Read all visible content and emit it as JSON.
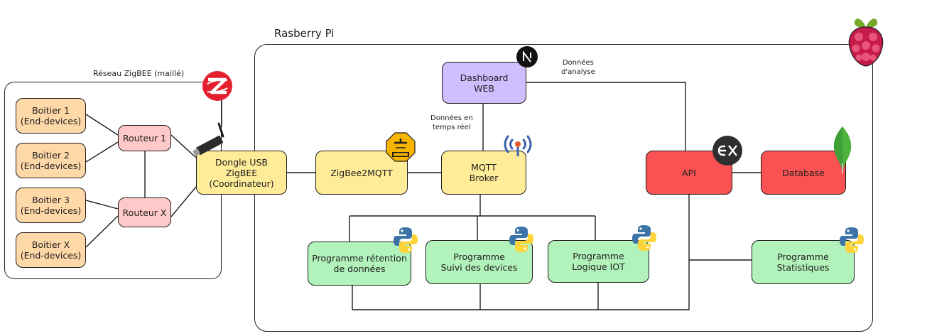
{
  "frames": {
    "raspberry_label": "Rasberry Pi",
    "zigbee_label": "Réseau ZigBEE (maillé)"
  },
  "nodes": {
    "boitier1": "Boitier 1\n(End-devices)",
    "boitier2": "Boitier 2\n(End-devices)",
    "boitier3": "Boitier 3\n(End-devices)",
    "boitierx": "Boitier X\n(End-devices)",
    "routeur1": "Routeur 1",
    "routeurx": "Routeur X",
    "dongle": "Dongle USB\nZigBEE\n(Coordinateur)",
    "zigbee2mqtt": "ZigBee2MQTT",
    "mqtt": "MQTT\nBroker",
    "dashboard": "Dashboard\nWEB",
    "api": "API",
    "database": "Database",
    "retention": "Programme rétention\nde données",
    "suivi": "Programme\nSuivi des devices",
    "logique": "Programme\nLogique IOT",
    "stats": "Programme\nStatistiques"
  },
  "annotations": {
    "realtime": "Données en\ntemps réel",
    "analysis": "Données\nd'analyse"
  },
  "icons": {
    "zigbee": "zigbee-logo-icon",
    "raspberry": "raspberry-pi-logo-icon",
    "nextjs": "nextjs-logo-icon",
    "mqtt": "mqtt-logo-icon",
    "antenna": "antenna-icon",
    "express": "express-logo-icon",
    "mongodb": "mongodb-leaf-icon",
    "python": "python-logo-icon",
    "usb": "usb-dongle-icon"
  },
  "colors": {
    "end_device": "#ffd8a8",
    "router": "#ffc9c9",
    "service": "#ffec99",
    "dashboard": "#d0bfff",
    "program": "#b2f2bb",
    "backend": "#fa5252",
    "zigbee_red": "#e5202e",
    "mqtt_yellow": "#f7b500",
    "python_blue": "#3c74a8",
    "python_yellow": "#ffd43b",
    "raspberry_red": "#c51a4a",
    "mongo_green": "#3fa037"
  }
}
